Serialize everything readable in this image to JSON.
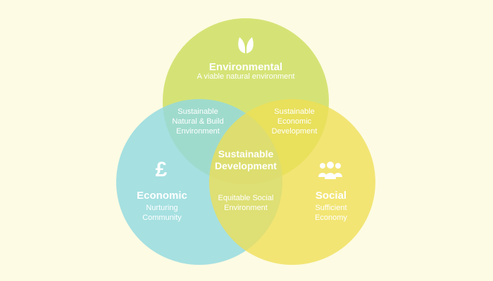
{
  "colors": {
    "background": "#fdfbe3",
    "environmental": "#cede63",
    "economic": "#93d9e0",
    "social": "#eedf55",
    "text": "#ffffff"
  },
  "environmental": {
    "title": "Environmental",
    "subtitle": "A viable natural environment",
    "icon": "leaf-icon"
  },
  "economic": {
    "title": "Economic",
    "subtitle_line1": "Nurturing",
    "subtitle_line2": "Community",
    "icon": "pound-icon",
    "icon_glyph": "£"
  },
  "social": {
    "title": "Social",
    "subtitle_line1": "Sufficient",
    "subtitle_line2": "Economy",
    "icon": "people-icon"
  },
  "overlaps": {
    "env_econ": [
      "Sustainable",
      "Natural & Build",
      "Environment"
    ],
    "env_social": [
      "Sustainable",
      "Economic",
      "Development"
    ],
    "econ_social": [
      "Equitable Social",
      "Environment"
    ],
    "center": [
      "Sustainable",
      "Development"
    ]
  }
}
